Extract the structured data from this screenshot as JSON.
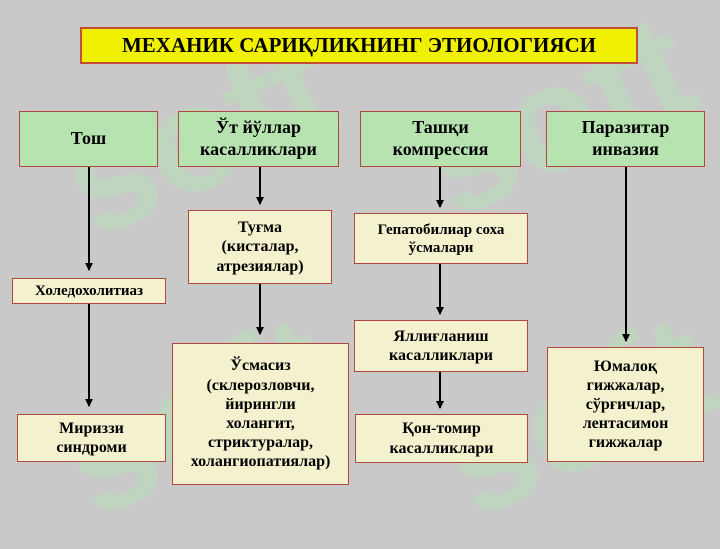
{
  "title": "МЕХАНИК САРИҚЛИКНИНГ ЭТИОЛОГИЯСИ",
  "watermark": "soft",
  "colors": {
    "background": "#c9c9c9",
    "title_fill": "#f1f000",
    "header_fill": "#b6e3b0",
    "box_fill": "#f4f1cf",
    "border": "#b0483c"
  },
  "headers": {
    "stones": "Тош",
    "bile_duct_diseases": "Ўт йўллар\nкасалликлари",
    "external_compression": "Ташқи\nкомпрессия",
    "parasitic_invasion": "Паразитар\nинвазия"
  },
  "nodes": {
    "choledocholithiasis": "Холедохолитиаз",
    "mirizzi": "Мириззи\nсиндроми",
    "congenital": "Туғма\n(кисталар,\nатрезиялар)",
    "acquired": "Ўсмасиз\n(склерозловчи,\nйирингли\nхолангит,\nстриктуралар,\nхолангиопатиялар)",
    "hepatobiliary_tumors": "Гепатобилиар соха\nўсмалари",
    "inflammatory": "Яллиғланиш\nкасалликлари",
    "vascular": "Қон-томир\nкасалликлари",
    "parasites": "Юмалоқ\nгижжалар,\nсўрғичлар,\nлентасимон\nгижжалар"
  }
}
